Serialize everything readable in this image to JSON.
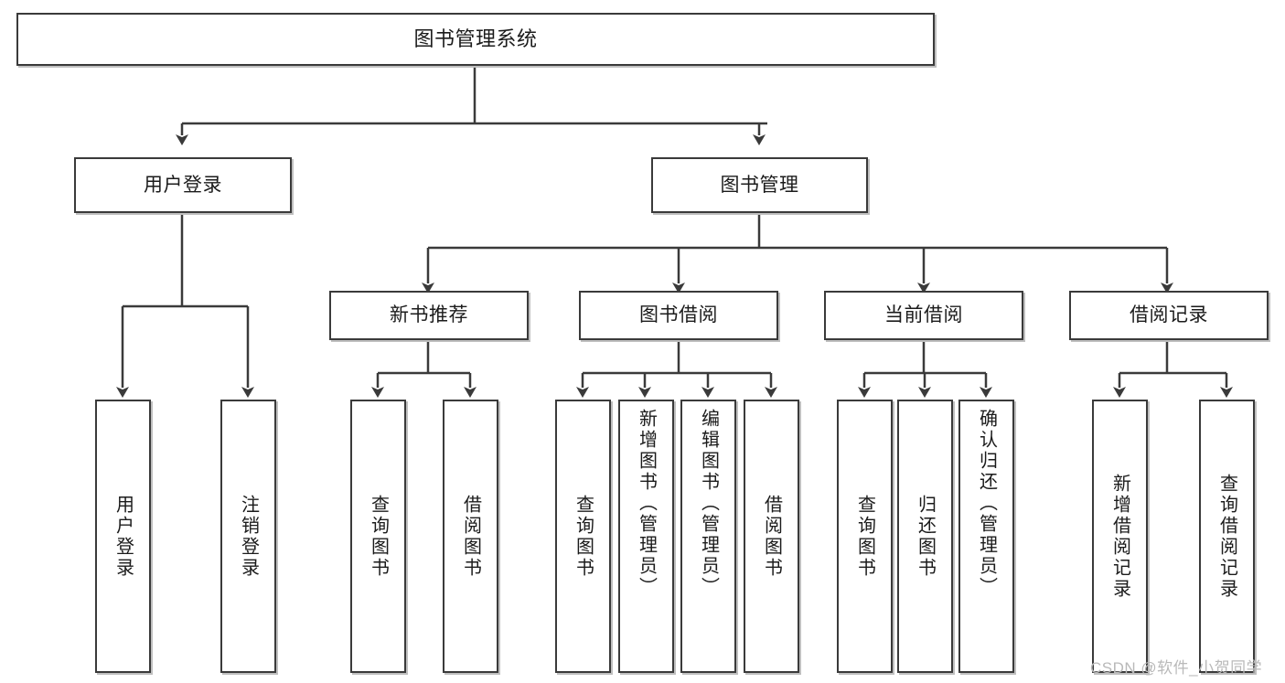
{
  "diagram": {
    "type": "tree",
    "title": "图书管理系统",
    "watermark": "CSDN @软件_小贺同学",
    "colors": {
      "background": "#ffffff",
      "node_border": "#3a3a3a",
      "node_fill": "#ffffff",
      "edge": "#3a3a3a",
      "text": "#1b1b1b",
      "watermark": "#b9b9b9"
    },
    "root": {
      "label": "图书管理系统"
    },
    "level2": [
      {
        "label": "用户登录"
      },
      {
        "label": "图书管理"
      }
    ],
    "level3": [
      {
        "label": "新书推荐"
      },
      {
        "label": "图书借阅"
      },
      {
        "label": "当前借阅"
      },
      {
        "label": "借阅记录"
      }
    ],
    "leaves": {
      "user_login": [
        {
          "label": "用户登录"
        },
        {
          "label": "注销登录"
        }
      ],
      "new_book_recommend": [
        {
          "label": "查询图书"
        },
        {
          "label": "借阅图书"
        }
      ],
      "book_borrow": [
        {
          "label": "查询图书"
        },
        {
          "label": "新增图书（管理员）"
        },
        {
          "label": "编辑图书（管理员）"
        },
        {
          "label": "借阅图书"
        }
      ],
      "current_borrow": [
        {
          "label": "查询图书"
        },
        {
          "label": "归还图书"
        },
        {
          "label": "确认归还（管理员）"
        }
      ],
      "borrow_record": [
        {
          "label": "新增借阅记录"
        },
        {
          "label": "查询借阅记录"
        }
      ]
    }
  }
}
